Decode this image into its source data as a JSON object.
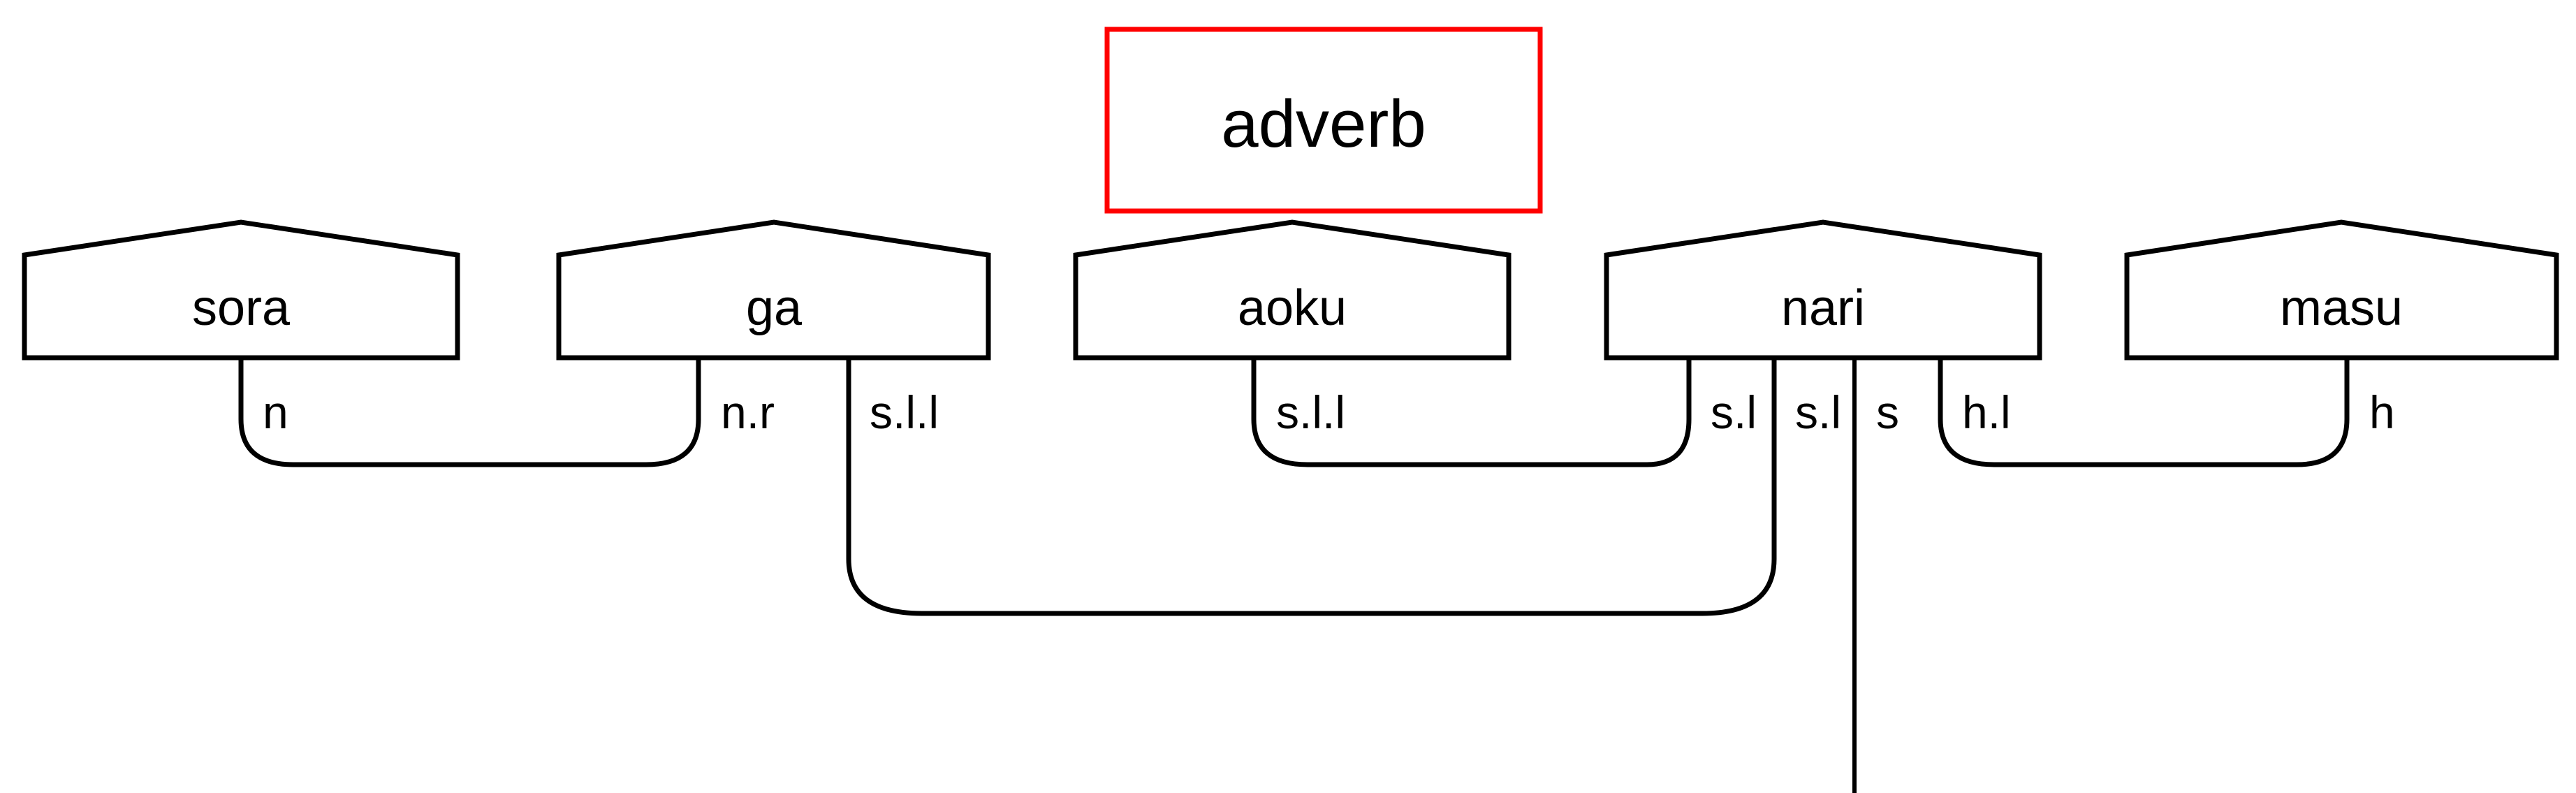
{
  "diagram": {
    "type": "dependency-parse-tree",
    "root": {
      "label": "adverb",
      "box_color": "#ff0000",
      "text_color": "#000000"
    },
    "nodes": [
      {
        "id": "n0",
        "label": "sora"
      },
      {
        "id": "n1",
        "label": "ga"
      },
      {
        "id": "n2",
        "label": "aoku"
      },
      {
        "id": "n3",
        "label": "nari"
      },
      {
        "id": "n4",
        "label": "masu"
      }
    ],
    "edges": [
      {
        "id": "e0",
        "label": "n",
        "from": "sora",
        "to": "ga"
      },
      {
        "id": "e1",
        "label": "n.r",
        "from": "ga",
        "to": "sora"
      },
      {
        "id": "e2",
        "label": "s.l.l",
        "from": "ga",
        "to": "nari"
      },
      {
        "id": "e3",
        "label": "s.l.l",
        "from": "aoku",
        "to": "nari"
      },
      {
        "id": "e4",
        "label": "s.l",
        "from": "nari",
        "to": "aoku"
      },
      {
        "id": "e5",
        "label": "s.l",
        "from": "nari",
        "to": "ga"
      },
      {
        "id": "e6",
        "label": "s",
        "from": "nari",
        "to": "root"
      },
      {
        "id": "e7",
        "label": "h.l",
        "from": "nari",
        "to": "masu"
      },
      {
        "id": "e8",
        "label": "h",
        "from": "masu",
        "to": "nari"
      }
    ],
    "line_color": "#000000",
    "background": "#ffffff"
  }
}
